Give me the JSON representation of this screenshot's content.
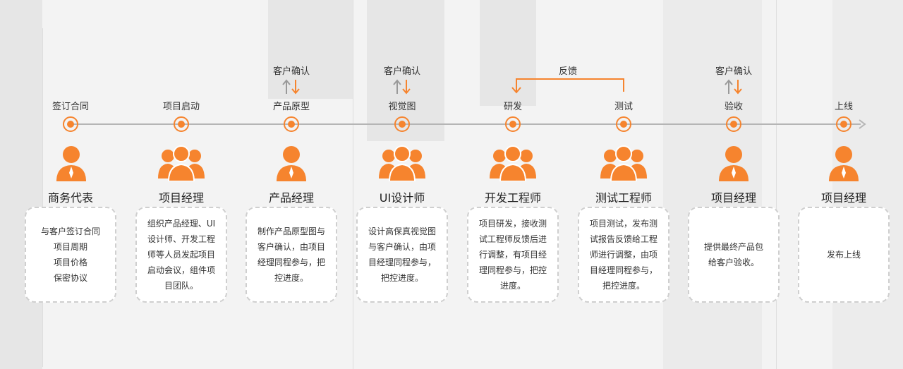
{
  "colors": {
    "accent": "#f6842e",
    "timeline": "#b5b5b5",
    "muted_arrow": "#999999"
  },
  "stages": [
    {
      "label": "签订合同"
    },
    {
      "label": "项目启动"
    },
    {
      "label": "产品原型"
    },
    {
      "label": "视觉图"
    },
    {
      "label": "研发"
    },
    {
      "label": "测试"
    },
    {
      "label": "验收"
    },
    {
      "label": "上线"
    }
  ],
  "confirm_label": "客户确认",
  "feedback_label": "反馈",
  "roles": [
    {
      "title": "商务代表",
      "icon": "single-person-icon",
      "desc": "与客户签订合同\n项目周期\n项目价格\n保密协议"
    },
    {
      "title": "项目经理",
      "icon": "group-icon",
      "desc": "组织产品经理、UI\n设计师、开发工程\n师等人员发起项目\n启动会议，组件项\n目团队。"
    },
    {
      "title": "产品经理",
      "icon": "single-person-icon",
      "desc": "制作产品原型图与\n客户确认，由项目\n经理同程参与，把\n控进度。"
    },
    {
      "title": "UI设计师",
      "icon": "group-icon",
      "desc": "设计高保真视觉图\n与客户确认，由项\n目经理同程参与，\n把控进度。"
    },
    {
      "title": "开发工程师",
      "icon": "group-icon",
      "desc": "项目研发，接收测\n试工程师反馈后进\n行调整，有项目经\n理同程参与，把控\n进度。"
    },
    {
      "title": "测试工程师",
      "icon": "group-icon",
      "desc": "项目测试，发布测\n试报告反馈给工程\n师进行调整，由项\n目经理同程参与，\n把控进度。"
    },
    {
      "title": "项目经理",
      "icon": "single-person-icon",
      "desc": "提供最终产品包\n给客户验收。"
    },
    {
      "title": "项目经理",
      "icon": "single-person-icon",
      "desc": "发布上线"
    }
  ]
}
